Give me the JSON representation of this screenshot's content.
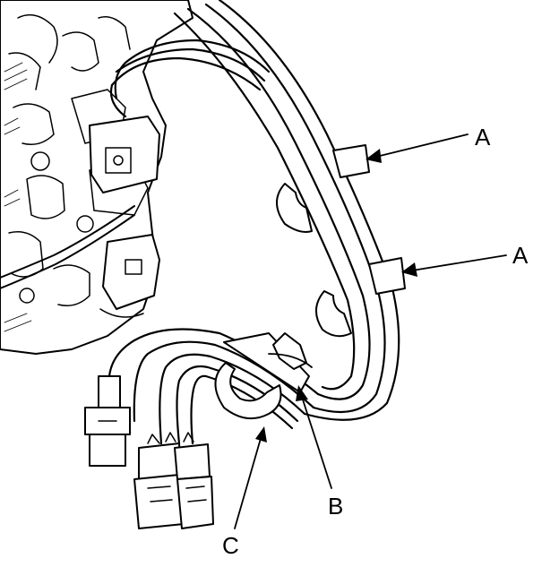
{
  "callouts": {
    "a_upper": "A",
    "a_lower": "A",
    "b": "B",
    "c": "C"
  },
  "colors": {
    "ink": "#000000",
    "paper": "#ffffff"
  }
}
